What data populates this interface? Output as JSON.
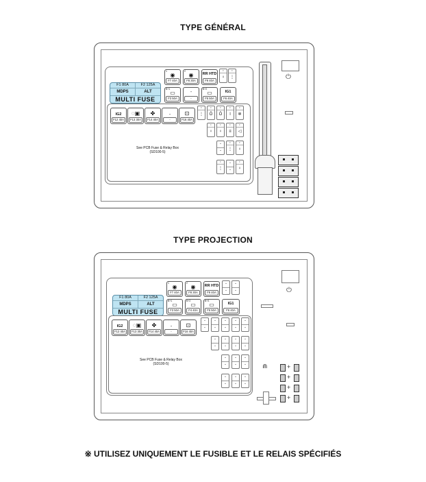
{
  "titles": {
    "general": "TYPE GÉNÉRAL",
    "projection": "TYPE PROJECTION"
  },
  "footer": "※ UTILISEZ UNIQUEMENT LE FUSIBLE ET LE RELAIS SPÉCIFIÉS",
  "colors": {
    "multi_fuse_bg": "#bfe4f2"
  },
  "general": {
    "multi_fuse": {
      "f1": "F1 80A",
      "f2": "F2 125A",
      "mdps": "MDPS",
      "alt": "ALT",
      "label": "MULTI FUSE"
    },
    "top_row": [
      {
        "num": "1",
        "icon": "abs-icon",
        "label": "F7 40A"
      },
      {
        "num": "2",
        "icon": "abs-icon",
        "label": "F8 30A"
      },
      {
        "text": "RR HTD",
        "label": "F9 40A"
      }
    ],
    "mid_row": [
      {
        "num": "B+1",
        "icon": "battery-icon",
        "label": "F3 50A"
      },
      {
        "text": "-",
        "label": "-"
      },
      {
        "num": "B+2",
        "icon": "battery-icon",
        "label": "F5 50A"
      },
      {
        "text": "IG1",
        "label": "F6 40A"
      }
    ],
    "lower_row": [
      {
        "text": "IG2",
        "label": "F12 40A"
      },
      {
        "icon": "cooling-icon",
        "label": "F13 30A"
      },
      {
        "icon": "fan-icon",
        "label": "F14 40A"
      },
      {
        "text": "-",
        "label": "-"
      },
      {
        "icon": "heater-icon",
        "label": "F16 40A"
      }
    ],
    "note_line1": "See PCB Fuse & Relay Box",
    "note_line2": "(SD100-5)"
  },
  "projection": {
    "multi_fuse": {
      "f1": "F1 80A",
      "f2": "F2 125A",
      "mdps": "MDPS",
      "alt": "ALT",
      "label": "MULTI FUSE"
    },
    "top_row": [
      {
        "num": "1",
        "icon": "abs-icon",
        "label": "F7 40A"
      },
      {
        "num": "2",
        "icon": "abs-icon",
        "label": "F8 30A"
      },
      {
        "text": "RR HTD",
        "label": "F9 40A"
      }
    ],
    "mid_row": [
      {
        "num": "B+1",
        "icon": "battery-icon",
        "label": "F3 50A"
      },
      {
        "num": "B+2",
        "icon": "battery-icon",
        "label": "F4 40A"
      },
      {
        "num": "B+3",
        "icon": "battery-icon",
        "label": "F5 50A"
      },
      {
        "text": "IG1",
        "label": "F6 40A"
      }
    ],
    "lower_row": [
      {
        "text": "IG2",
        "label": "F12 40A"
      },
      {
        "icon": "cooling-icon",
        "label": "F13 30A"
      },
      {
        "icon": "fan-icon",
        "label": "F14 40A"
      },
      {
        "text": "-",
        "label": "-"
      },
      {
        "icon": "heater-icon",
        "label": "F16 40A"
      }
    ],
    "note_line1": "See PCB Fuse & Relay Box",
    "note_line2": "(SD100-5)"
  },
  "dash": "-"
}
